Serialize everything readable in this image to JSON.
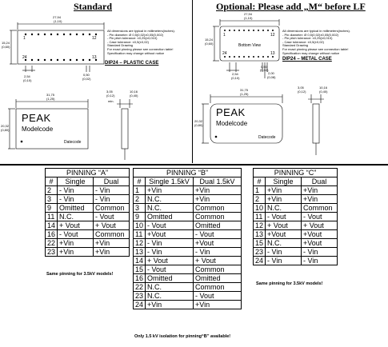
{
  "headers": {
    "standard": "Standard",
    "optional": "Optional: Please add „M“ before LF"
  },
  "standard": {
    "width_dim": "27,94",
    "width_dim_in": "(1,10)",
    "height_dim": "15,24",
    "height_dim_in": "(0,60)",
    "pin1": "1",
    "pin12": "12",
    "pin24": "24",
    "pin13": "13",
    "pitch_dim": "2,54",
    "pitch_dim_in": "(0,10)",
    "pin_dim": "0,50",
    "pin_dim_in": "(0,02)",
    "notes": [
      "All dimensions are typical in millimeters(inches).",
      "- Pin diameter: Ø 0,5(0,02)±0,05(0,002)",
      "- Pin pitch tolerance: ±0,25(±0,010)",
      "- Case tolerance: ±0,5(±0,02)",
      "Standard Drawing",
      "For exact pinning please see connection table!",
      "Specification may change without notice"
    ],
    "caption": "DIP24 – PLASTIC CASE",
    "length_dim": "31,75",
    "length_dim_in": "(1,25)",
    "case_h": "20,32",
    "case_h_in": "(0,80)",
    "side_a": "3,05",
    "side_a_in": "(0,12)",
    "side_a2": "min.",
    "side_b": "10,16",
    "side_b_in": "(0,40)",
    "logo": "PEAK",
    "modelcode": "Modelcode",
    "datecode": "Datecode"
  },
  "optional": {
    "width_dim": "27,94",
    "width_dim_in": "(1,10)",
    "height_dim": "15,24",
    "height_dim_in": "(0,60)",
    "pin1": "1",
    "pin12": "12",
    "pin24": "24",
    "pin13": "13",
    "bottom_view": "Bottom View",
    "pitch_dim": "2,54",
    "pitch_dim_in": "(0,10)",
    "pin_dim": "2,00",
    "pin_dim_in": "(0,08)",
    "pin_dim2": "0,50",
    "pin_dim2_in": "(0,02)",
    "notes": [
      "All dimensions are typical in millimeters(inches).",
      "- Pin diameter: Ø 0,5(0,02)±0,05(0,002)",
      "- Pin pitch tolerance: ±0,25(±0,010)",
      "- Case tolerance: ±0,5(±0,02)",
      "Standard Drawing",
      "For exact pinning please see connection table!",
      "Specification may change without notice"
    ],
    "caption": "DIP24 – METAL CASE",
    "length_dim": "31,75",
    "length_dim_in": "(1,25)",
    "case_h": "20,32",
    "case_h_in": "(0,80)",
    "side_a": "3,05",
    "side_a_in": "(0,12)",
    "side_b": "10,16",
    "side_b_in": "(0,40)",
    "logo": "PEAK",
    "modelcode": "Modelcode",
    "datecode": "Datecode"
  },
  "pinning_a": {
    "title": "PINNING “A”",
    "headers": [
      "#",
      "Single",
      "Dual"
    ],
    "rows": [
      [
        "2",
        "- Vin",
        "- Vin"
      ],
      [
        "3",
        "- Vin",
        "- Vin"
      ],
      [
        "9",
        "Omitted",
        "Common"
      ],
      [
        "11",
        "N.C.",
        "- Vout"
      ],
      [
        "14",
        "+ Vout",
        "+ Vout"
      ],
      [
        "16",
        "- Vout",
        "Common"
      ],
      [
        "22",
        "+Vin",
        "+Vin"
      ],
      [
        "23",
        "+Vin",
        "+Vin"
      ]
    ],
    "note": "Same pinning for 3.5kV models!"
  },
  "pinning_b": {
    "title": "PINNING “B”",
    "headers": [
      "#",
      "Single 1.5kV",
      "Dual 1.5kV"
    ],
    "rows": [
      [
        "1",
        "+Vin",
        "+Vin"
      ],
      [
        "2",
        "N.C.",
        "+Vin"
      ],
      [
        "3",
        "N.C.",
        "Common"
      ],
      [
        "9",
        "Omitted",
        "Common"
      ],
      [
        "10",
        "- Vout",
        "Omitted"
      ],
      [
        "11",
        "+Vout",
        "- Vout"
      ],
      [
        "12",
        "- Vin",
        "+Vout"
      ],
      [
        "13",
        "- Vin",
        "- Vin"
      ],
      [
        "14",
        "+ Vout",
        "+ Vout"
      ],
      [
        "15",
        "- Vout",
        "Common"
      ],
      [
        "16",
        "Omitted",
        "Omitted"
      ],
      [
        "22",
        "N.C.",
        "Common"
      ],
      [
        "23",
        "N.C.",
        "- Vout"
      ],
      [
        "24",
        "+Vin",
        "+Vin"
      ]
    ],
    "note": "Only 1.5 kV isolation for pinning“B” available!"
  },
  "pinning_c": {
    "title": "PINNING “C”",
    "headers": [
      "#",
      "Single",
      "Dual"
    ],
    "rows": [
      [
        "1",
        "+Vin",
        "+Vin"
      ],
      [
        "2",
        "+Vin",
        "+Vin"
      ],
      [
        "10",
        "N.C.",
        "Common"
      ],
      [
        "11",
        "- Vout",
        "- Vout"
      ],
      [
        "12",
        "+ Vout",
        "+ Vout"
      ],
      [
        "13",
        "+Vout",
        "+Vout"
      ],
      [
        "15",
        "N.C.",
        "+Vout"
      ],
      [
        "23",
        "- Vin",
        "- Vin"
      ],
      [
        "24",
        "- Vin",
        "- Vin"
      ]
    ],
    "note": "Same pinning for 3.5kV models!"
  }
}
